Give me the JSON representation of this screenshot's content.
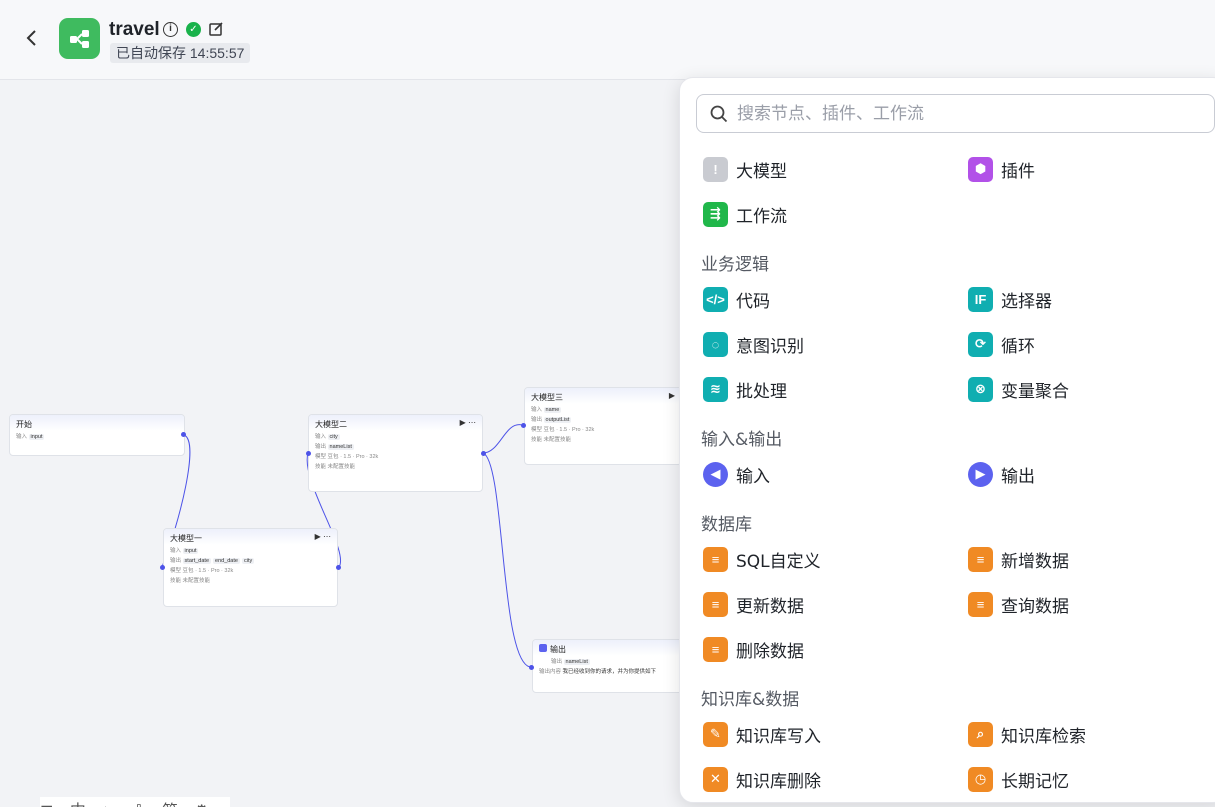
{
  "header": {
    "title": "travel",
    "save_status": "已自动保存 14:55:57",
    "back_icon": "chevron-left-icon",
    "info_icon": "i"
  },
  "canvas": {
    "nodes": {
      "start": {
        "title": "开始",
        "row1": "输入",
        "row1_tag": "input"
      },
      "llm1": {
        "title": "大模型一",
        "row1": "输入",
        "row1_tag": "input",
        "row2": "输出",
        "row2_tags": [
          "start_date",
          "end_date",
          "city"
        ],
        "row3": "模型",
        "row3_val": "豆包 · 1.5 · Pro · 32k",
        "row4": "技能",
        "row4_val": "未配置技能"
      },
      "llm2": {
        "title": "大模型二",
        "row1": "输入",
        "row1_tag": "city",
        "row2": "输出",
        "row2_tag": "nameList",
        "row3": "模型",
        "row3_val": "豆包 · 1.5 · Pro · 32k",
        "row4": "技能",
        "row4_val": "未配置技能"
      },
      "llm3": {
        "title": "大模型三",
        "row1": "输入",
        "row1_tag": "name",
        "row2": "输出",
        "row2_tag": "outputList",
        "row3": "模型",
        "row3_val": "豆包 · 1.5 · Pro · 32k",
        "row4": "技能",
        "row4_val": "未配置技能"
      },
      "output": {
        "title": "输出",
        "row1": "输出",
        "row1_tag": "nameList",
        "row2": "输出内容",
        "row2_val": "我已经收到你的请求，并为你提供如下"
      }
    },
    "toolbar_text": "⊞ 中 ↘ ⇩ 简 ⚙ ♀"
  },
  "panel": {
    "search_placeholder": "搜索节点、插件、工作流",
    "top_items": [
      {
        "label": "大模型",
        "icon": "model-icon",
        "color": "#c9cbd1"
      },
      {
        "label": "插件",
        "icon": "plugin-icon",
        "color": "#b251e8"
      },
      {
        "label": "工作流",
        "icon": "workflow-icon",
        "color": "#20b74a"
      }
    ],
    "sections": [
      {
        "title": "业务逻辑",
        "items": [
          {
            "label": "代码",
            "icon": "code-icon",
            "color": "#10aeb1"
          },
          {
            "label": "选择器",
            "icon": "if-icon",
            "color": "#10aeb1"
          },
          {
            "label": "意图识别",
            "icon": "intent-icon",
            "color": "#10aeb1"
          },
          {
            "label": "循环",
            "icon": "loop-icon",
            "color": "#10aeb1"
          },
          {
            "label": "批处理",
            "icon": "batch-icon",
            "color": "#10aeb1"
          },
          {
            "label": "变量聚合",
            "icon": "variable-merge-icon",
            "color": "#10aeb1"
          }
        ]
      },
      {
        "title": "输入&输出",
        "items": [
          {
            "label": "输入",
            "icon": "input-icon",
            "color": "#5c62ef"
          },
          {
            "label": "输出",
            "icon": "output-icon",
            "color": "#5c62ef"
          }
        ]
      },
      {
        "title": "数据库",
        "items": [
          {
            "label": "SQL自定义",
            "icon": "database-icon",
            "color": "#f08a24"
          },
          {
            "label": "新增数据",
            "icon": "database-add-icon",
            "color": "#f08a24"
          },
          {
            "label": "更新数据",
            "icon": "database-update-icon",
            "color": "#f08a24"
          },
          {
            "label": "查询数据",
            "icon": "database-query-icon",
            "color": "#f08a24"
          },
          {
            "label": "删除数据",
            "icon": "database-delete-icon",
            "color": "#f08a24"
          }
        ]
      },
      {
        "title": "知识库&数据",
        "items": [
          {
            "label": "知识库写入",
            "icon": "knowledge-write-icon",
            "color": "#f08a24"
          },
          {
            "label": "知识库检索",
            "icon": "knowledge-search-icon",
            "color": "#f08a24"
          },
          {
            "label": "知识库删除",
            "icon": "knowledge-delete-icon",
            "color": "#f08a24"
          },
          {
            "label": "长期记忆",
            "icon": "long-term-memory-icon",
            "color": "#f08a24"
          }
        ]
      }
    ]
  }
}
